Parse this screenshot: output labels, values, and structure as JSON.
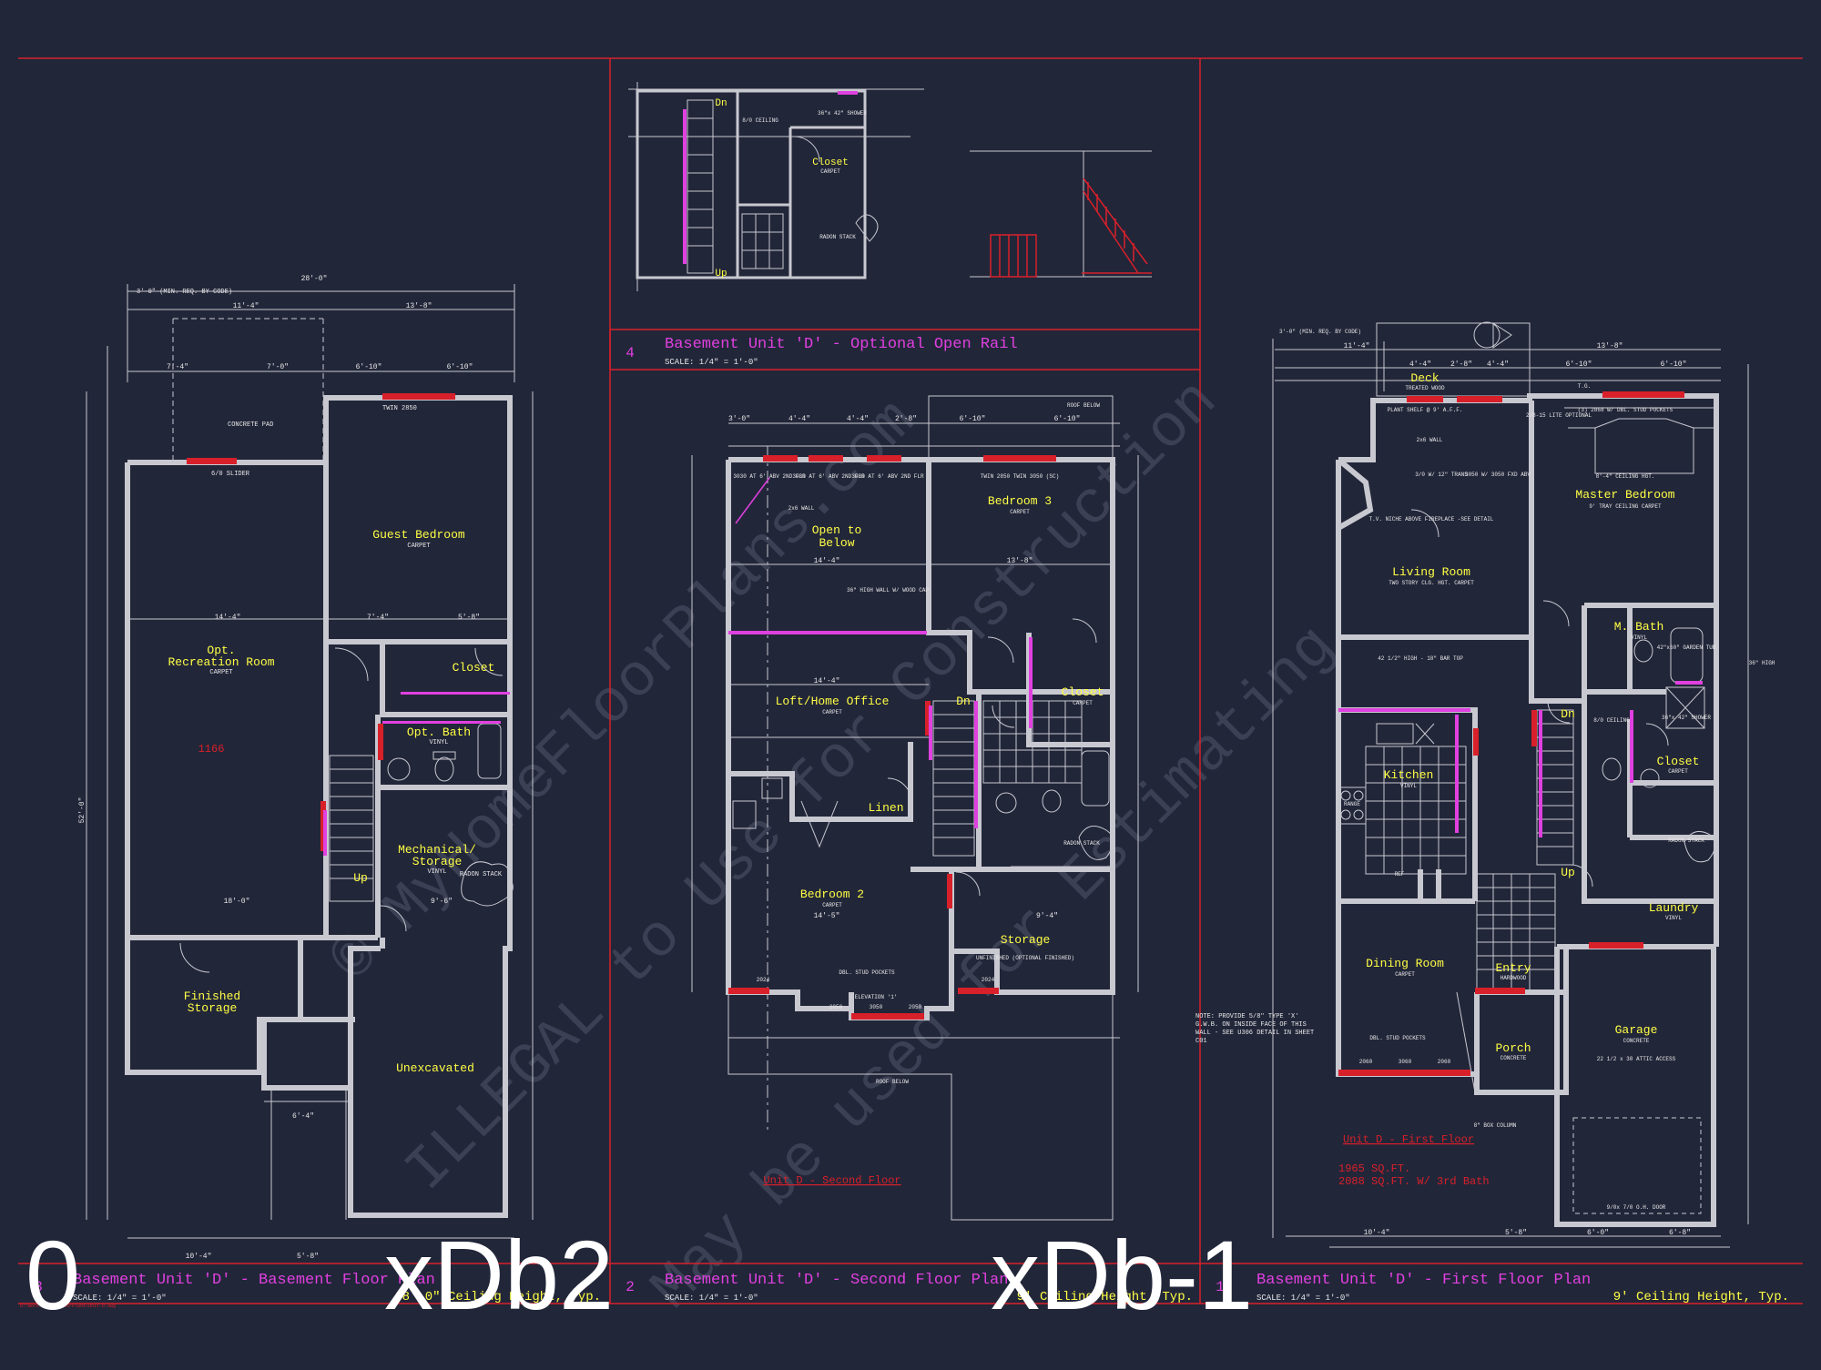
{
  "colors": {
    "background": "#222639",
    "wall": "#c8c8d0",
    "red": "#d8202a",
    "room_label": "#ffff44",
    "title_magenta": "#e040e0",
    "dim_text": "#e8e8e8",
    "watermark": "#3b4054"
  },
  "watermarks": [
    "© MyHomeFloorPlans.com",
    "ILLEGAL to Use for Construction",
    "May be used for Estimating"
  ],
  "overlay_labels": {
    "left": "0",
    "center": "xDb2",
    "right": "xDb-1"
  },
  "basement_plan": {
    "rooms": {
      "guest_bedroom": "Guest Bedroom",
      "guest_bedroom_sub": "CARPET",
      "rec_room_1": "Opt.",
      "rec_room_2": "Recreation Room",
      "rec_room_sub": "CARPET",
      "area": "1166",
      "closet": "Closet",
      "opt_bath": "Opt. Bath",
      "opt_bath_sub": "VINYL",
      "mech_1": "Mechanical/",
      "mech_2": "Storage",
      "mech_sub": "VINYL",
      "radon": "RADON STACK",
      "up": "Up",
      "finished_storage_1": "Finished",
      "finished_storage_2": "Storage",
      "unexcavated": "Unexcavated"
    },
    "notes": {
      "twin": "TWIN 2850",
      "slider": "6/0 SLIDER",
      "pad": "CONCRETE PAD",
      "min_req": "3'-0\" (MIN. REQ. BY CODE)"
    },
    "dims": {
      "overall": "28'-0\"",
      "d1": "11'-4\"",
      "d2": "13'-8\"",
      "d3": "7'-4\"",
      "d4": "7'-0\"",
      "d5": "6'-10\"",
      "d6": "6'-10\"",
      "d7": "14'-4\"",
      "d8": "7'-4\"",
      "d9": "5'-8\"",
      "d10": "18'-0\"",
      "d11": "9'-6\"",
      "d12": "10'-4\"",
      "d13": "5'-8\"",
      "d14": "6'-4\"",
      "side": "52'-0\""
    },
    "title_number": "3",
    "title": "Basement Unit 'D' - Basement Floor Plan",
    "scale": "SCALE: 1/4\" = 1'-0\"",
    "ceiling": "8'-0\" Ceiling Height, Typ."
  },
  "rail_detail": {
    "labels": {
      "dn": "Dn",
      "up": "Up",
      "closet": "Closet",
      "closet_sub": "CARPET",
      "shower": "36\"x 42\" SHOWER",
      "radon": "RADON STACK",
      "ceiling": "8/0 CEILING"
    },
    "title_number": "4",
    "title": "Basement Unit 'D' - Optional Open Rail",
    "scale": "SCALE: 1/4\" = 1'-0\""
  },
  "second_floor": {
    "rooms": {
      "bedroom3": "Bedroom 3",
      "bedroom3_sub": "CARPET",
      "open_1": "Open to",
      "open_2": "Below",
      "loft": "Loft/Home Office",
      "loft_sub": "CARPET",
      "closet": "Closet",
      "closet_sub": "CARPET",
      "dn": "Dn",
      "linen": "Linen",
      "bedroom2": "Bedroom 2",
      "bedroom2_sub": "CARPET",
      "storage": "Storage",
      "storage_sub": "UNFINISHED (OPTIONAL FINISHED)",
      "radon": "RADON STACK"
    },
    "notes": {
      "roof_below": "ROOF BELOW",
      "roof_below_2": "ROOF BELOW",
      "wall_36": "36\" HIGH WALL W/ WOOD CAP",
      "twin": "TWIN 2850 TWIN 3050 (SC)",
      "w1": "3030 AT 6' ABV 2ND FLR",
      "w2": "3030 AT 6' ABV 2ND FLR",
      "w3": "3030 AT 6' ABV 2ND FLR",
      "wall26": "2x6 WALL",
      "pockets": "DBL. STUD POCKETS",
      "elevation": "ELEVATION '1'",
      "w2050a": "2050",
      "w3050": "3050",
      "w2050b": "2050",
      "w2024a": "2024",
      "w2024b": "2024"
    },
    "dims": {
      "a": "3'-0\"",
      "b": "4'-4\"",
      "c": "4'-4\"",
      "d": "2'-8\"",
      "e": "6'-10\"",
      "f": "6'-10\"",
      "g": "14'-4\"",
      "h": "13'-8\"",
      "i": "14'-4\"",
      "j": "14'-5\"",
      "k": "9'-4\""
    },
    "sub_title": "Unit D - Second Floor",
    "title_number": "2",
    "title": "Basement Unit 'D' - Second Floor Plan",
    "scale": "SCALE: 1/4\" = 1'-0\"",
    "ceiling": "9' Ceiling Height, Typ."
  },
  "first_floor": {
    "rooms": {
      "deck": "Deck",
      "deck_sub": "TREATED WOOD",
      "master": "Master Bedroom",
      "master_sub": "9' TRAY CEILING CARPET",
      "living": "Living Room",
      "living_sub": "TWO STORY CLG. HGT. CARPET",
      "mbath": "M. Bath",
      "mbath_sub": "VINYL",
      "kitchen": "Kitchen",
      "kitchen_sub": "VINYL",
      "closet": "Closet",
      "closet_sub": "CARPET",
      "dn": "Dn",
      "up": "Up",
      "laundry": "Laundry",
      "laundry_sub": "VINYL",
      "dining": "Dining Room",
      "dining_sub": "CARPET",
      "entry": "Entry",
      "entry_sub": "HARDWOOD",
      "porch": "Porch",
      "porch_sub": "CONCRETE",
      "garage": "Garage",
      "garage_sub": "CONCRETE",
      "attic": "22 1/2 x 30 ATTIC ACCESS",
      "radon": "RADON STACK"
    },
    "notes": {
      "min_req": "3'-0\" (MIN. REQ. BY CODE)",
      "shelf": "PLANT SHELF @ 9' A.F.F.",
      "wall26": "2x6 WALL",
      "trans": "3/0 W/ 12\" TRANS",
      "fixed": "3050 W/ 3050 FXD ABV",
      "niche": "T.V. NICHE ABOVE FIREPLACE -SEE DETAIL",
      "w2868": "(3) 2868 W/ DBL. STUD POCKETS",
      "tg": "T.G.",
      "lite": "2/8-15 LITE OPTIONAL",
      "ceiling_hgt": "8'-4\" CEILING HGT.",
      "bar": "42 1/2\" HIGH - 18\" BAR TOP",
      "range": "RANGE",
      "ref": "REF",
      "tub": "42\"x60\" GARDEN TUB",
      "shower": "36\"x 42\" SHOWER",
      "high36": "36\" HIGH",
      "ceiling8": "8/0 CEILING",
      "column": "8\" BOX COLUMN",
      "door": "9/0x 7/0 O.H. DOOR",
      "note": "NOTE: PROVIDE 5/8\" TYPE 'X' G.W.B. ON INSIDE FACE OF THIS WALL - SEE U306 DETAIL IN SHEET C01",
      "pockets": "DBL. STUD POCKETS",
      "w2060": "2060",
      "w3060": "3060",
      "w2060b": "2060"
    },
    "dims": {
      "a": "11'-4\"",
      "b": "13'-8\"",
      "c": "4'-4\"",
      "d": "2'-8\"",
      "e": "4'-4\"",
      "f": "6'-10\"",
      "g": "6'-10\"",
      "h": "10'-4\"",
      "i": "5'-8\"",
      "j": "6'-0\"",
      "k": "6'-8\""
    },
    "sub_title": "Unit D - First Floor",
    "sqft_1": "1965 SQ.FT.",
    "sqft_2": "2088 SQ.FT. W/ 3rd Bath",
    "title_number": "1",
    "title": "Basement Unit 'D' - First Floor Plan",
    "scale": "SCALE: 1/4\" = 1'-0\"",
    "ceiling": "9' Ceiling Height, Typ."
  },
  "file_path": "D:\\Work\\MyHomeFloorPlans\\Unit-D.dwg"
}
